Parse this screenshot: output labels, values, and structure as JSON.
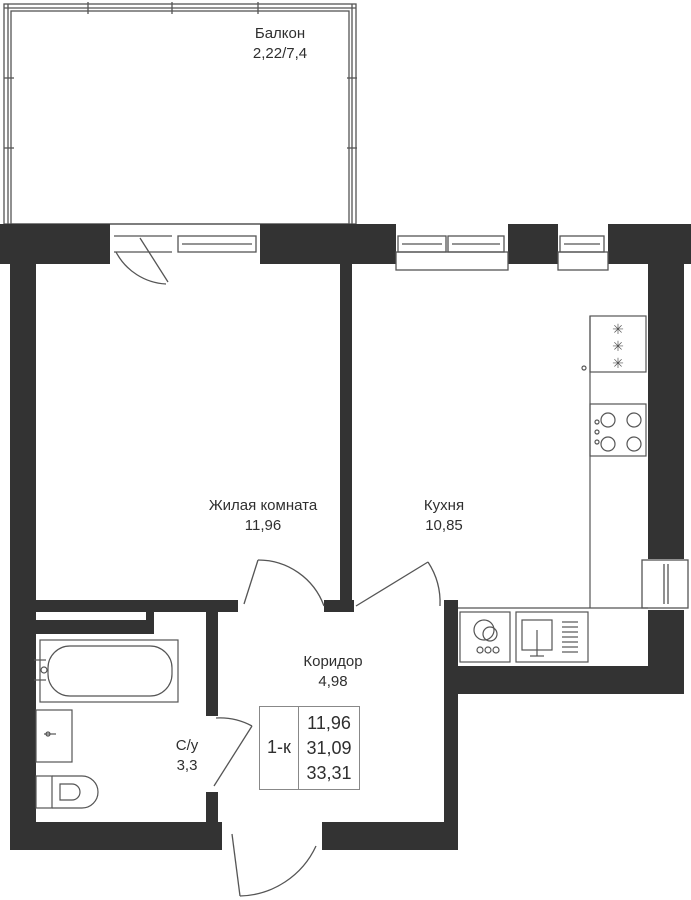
{
  "rooms": [
    {
      "name": "Балкон",
      "area": "2,22/7,4"
    },
    {
      "name": "Жилая комната",
      "area": "11,96"
    },
    {
      "name": "Кухня",
      "area": "10,85"
    },
    {
      "name": "Коридор",
      "area": "4,98"
    },
    {
      "name": "С/у",
      "area": "3,3"
    }
  ],
  "summary": {
    "type": "1-к",
    "living_area": "11,96",
    "total_area": "31,09",
    "total_area_with_balcony": "33,31"
  },
  "colors": {
    "wall": "#333333",
    "line": "#555555",
    "text": "#2f2f2f"
  }
}
